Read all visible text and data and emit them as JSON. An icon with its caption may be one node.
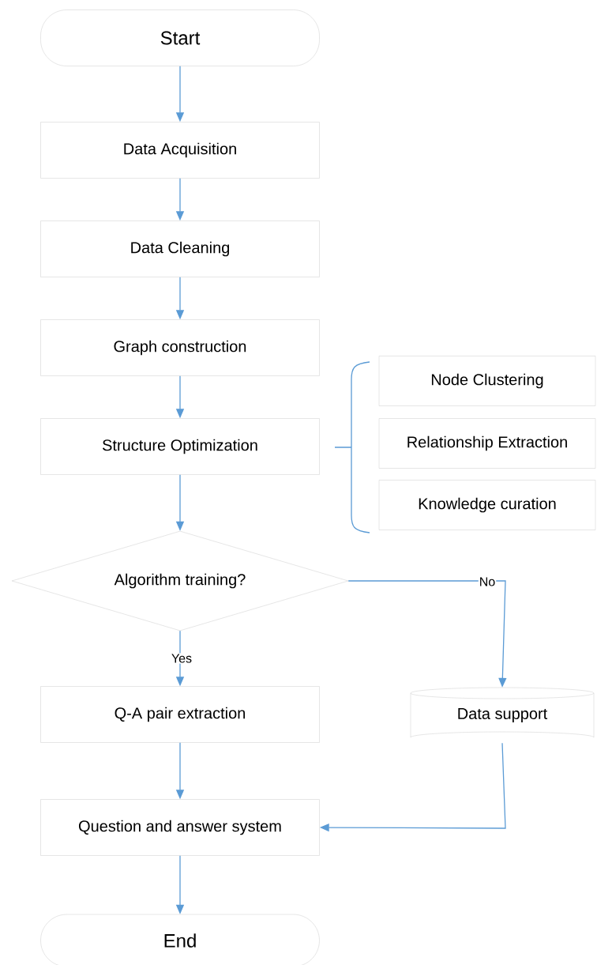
{
  "diagram": {
    "nodes": [
      {
        "text": [
          "Start"
        ]
      },
      {
        "text": [
          "Data Acquisition"
        ]
      },
      {
        "text": [
          "Data Cleaning"
        ]
      },
      {
        "text": [
          "Graph construction"
        ]
      },
      {
        "text": [
          "Structure Optimization"
        ]
      },
      {
        "text": [
          "Node Clustering"
        ]
      },
      {
        "text": [
          "Relationship Extraction"
        ]
      },
      {
        "text": [
          "Knowledge curation"
        ]
      },
      {
        "text": [
          "Algorithm training?"
        ]
      },
      {
        "text": [
          "Q-A pair extraction"
        ]
      },
      {
        "text": [
          "Data support"
        ]
      },
      {
        "text": [
          "Question and answer system"
        ]
      },
      {
        "text": [
          "End"
        ]
      }
    ],
    "edges": [
      {
        "from": 0,
        "to": 1,
        "arrow": "to"
      },
      {
        "from": 1,
        "to": 2,
        "arrow": "to"
      },
      {
        "from": 2,
        "to": 3,
        "arrow": "to"
      },
      {
        "from": 3,
        "to": 4,
        "arrow": "to"
      },
      {
        "from": 4,
        "to": 8,
        "arrow": "to"
      },
      {
        "from": 8,
        "to": 9,
        "arrow": "to",
        "label": "Yes"
      },
      {
        "from": 8,
        "to": 10,
        "arrow": "to",
        "label": "No"
      },
      {
        "from": 9,
        "to": 11,
        "arrow": "to"
      },
      {
        "from": 10,
        "to": 11,
        "arrow": "to"
      },
      {
        "from": 11,
        "to": 12,
        "arrow": "to"
      }
    ]
  }
}
